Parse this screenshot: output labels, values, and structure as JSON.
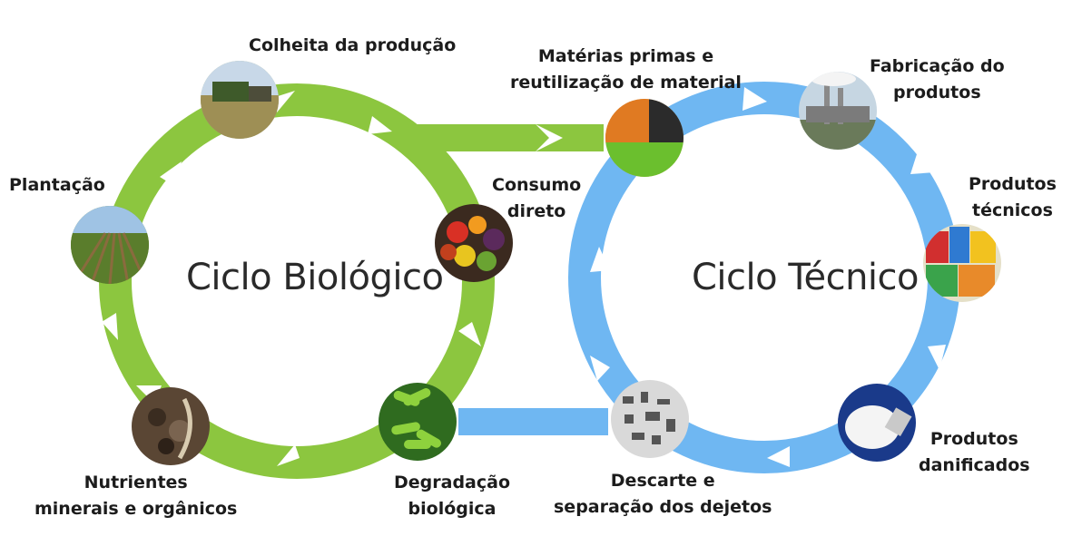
{
  "cycles": {
    "biological": {
      "title": "Ciclo Biológico",
      "color": "#8cc63f",
      "stages": [
        {
          "label": "Colheita da produção",
          "icon": "harvest-photo-icon"
        },
        {
          "label": "Consumo\ndireto",
          "icon": "vegetables-photo-icon"
        },
        {
          "label": "Degradação\nbiológica",
          "icon": "bacteria-photo-icon"
        },
        {
          "label": "Nutrientes\nminerais e orgânicos",
          "icon": "soil-photo-icon"
        },
        {
          "label": "Plantação",
          "icon": "crop-field-photo-icon"
        }
      ]
    },
    "technical": {
      "title": "Ciclo Técnico",
      "color": "#6fb7f2",
      "stages": [
        {
          "label": "Matérias primas e\nreutilização de material",
          "icon": "raw-materials-photo-icon"
        },
        {
          "label": "Fabricação do\nprodutos",
          "icon": "factory-photo-icon"
        },
        {
          "label": "Produtos\ntécnicos",
          "icon": "packaged-products-photo-icon"
        },
        {
          "label": "Produtos\ndanificados",
          "icon": "broken-bulb-photo-icon"
        },
        {
          "label": "Descarte e\nseparação dos dejetos",
          "icon": "electronic-waste-photo-icon"
        }
      ]
    }
  }
}
